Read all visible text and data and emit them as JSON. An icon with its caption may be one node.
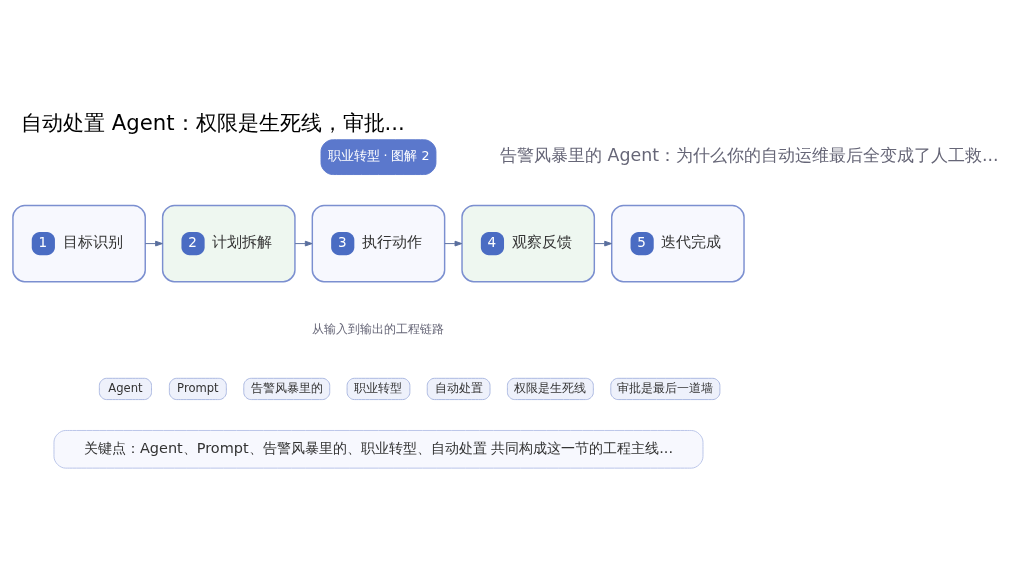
{
  "diagram": {
    "title": "自动处置 Agent：权限是生死线，审批...",
    "nodes": [
      {
        "text": [
          "职业转型 · 图解 2"
        ]
      },
      {
        "text": [
          "1",
          "目标识别"
        ]
      },
      {
        "text": [
          "2",
          "计划拆解"
        ]
      },
      {
        "text": [
          "3",
          "执行动作"
        ]
      },
      {
        "text": [
          "4",
          "观察反馈"
        ]
      },
      {
        "text": [
          "5",
          "迭代完成"
        ]
      },
      {
        "text": [
          "Agent"
        ]
      },
      {
        "text": [
          "Prompt"
        ]
      },
      {
        "text": [
          "告警风暴里的"
        ]
      },
      {
        "text": [
          "职业转型"
        ]
      },
      {
        "text": [
          "自动处置"
        ]
      },
      {
        "text": [
          "权限是生死线"
        ]
      },
      {
        "text": [
          "审批是最后一道墙"
        ]
      },
      {
        "text": [
          "关键点：Agent、Prompt、告警风暴里的、职业转型、自动处置 共同构成这一节的工程主线..."
        ]
      }
    ],
    "edges": [
      {
        "from": 1,
        "to": 2,
        "arrow": "to"
      },
      {
        "from": 2,
        "to": 3,
        "arrow": "to"
      },
      {
        "from": 3,
        "to": 4,
        "arrow": "to"
      },
      {
        "from": 4,
        "to": 5,
        "arrow": "to"
      }
    ],
    "labels": [
      "告警风暴里的 Agent：为什么你的自动运维最后全变成了人工救...",
      "从输入到输出的工程链路"
    ]
  }
}
